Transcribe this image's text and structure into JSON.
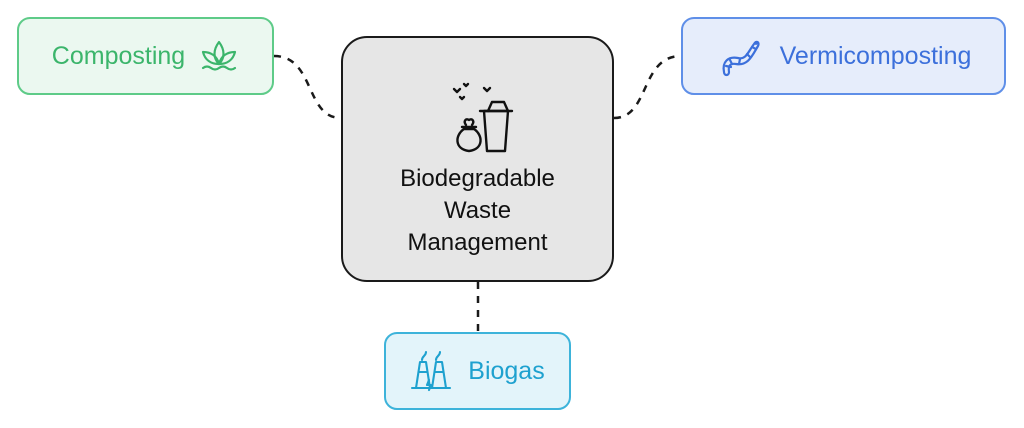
{
  "diagram": {
    "center": {
      "title_lines": [
        "Biodegradable",
        "Waste",
        "Management"
      ],
      "icon": "waste-bin-bag-icon"
    },
    "nodes": [
      {
        "label": "Composting",
        "icon": "sprout-icon",
        "color": "#3bb56b",
        "bg": "#ebf8f0",
        "border": "#5ecb88"
      },
      {
        "label": "Vermicomposting",
        "icon": "worm-icon",
        "color": "#3c70db",
        "bg": "#e6edfb",
        "border": "#5f8fe8"
      },
      {
        "label": "Biogas",
        "icon": "gas-plant-icon",
        "color": "#1ea1cf",
        "bg": "#e3f4fa",
        "border": "#3db3da"
      }
    ],
    "connector_style": "dashed"
  }
}
